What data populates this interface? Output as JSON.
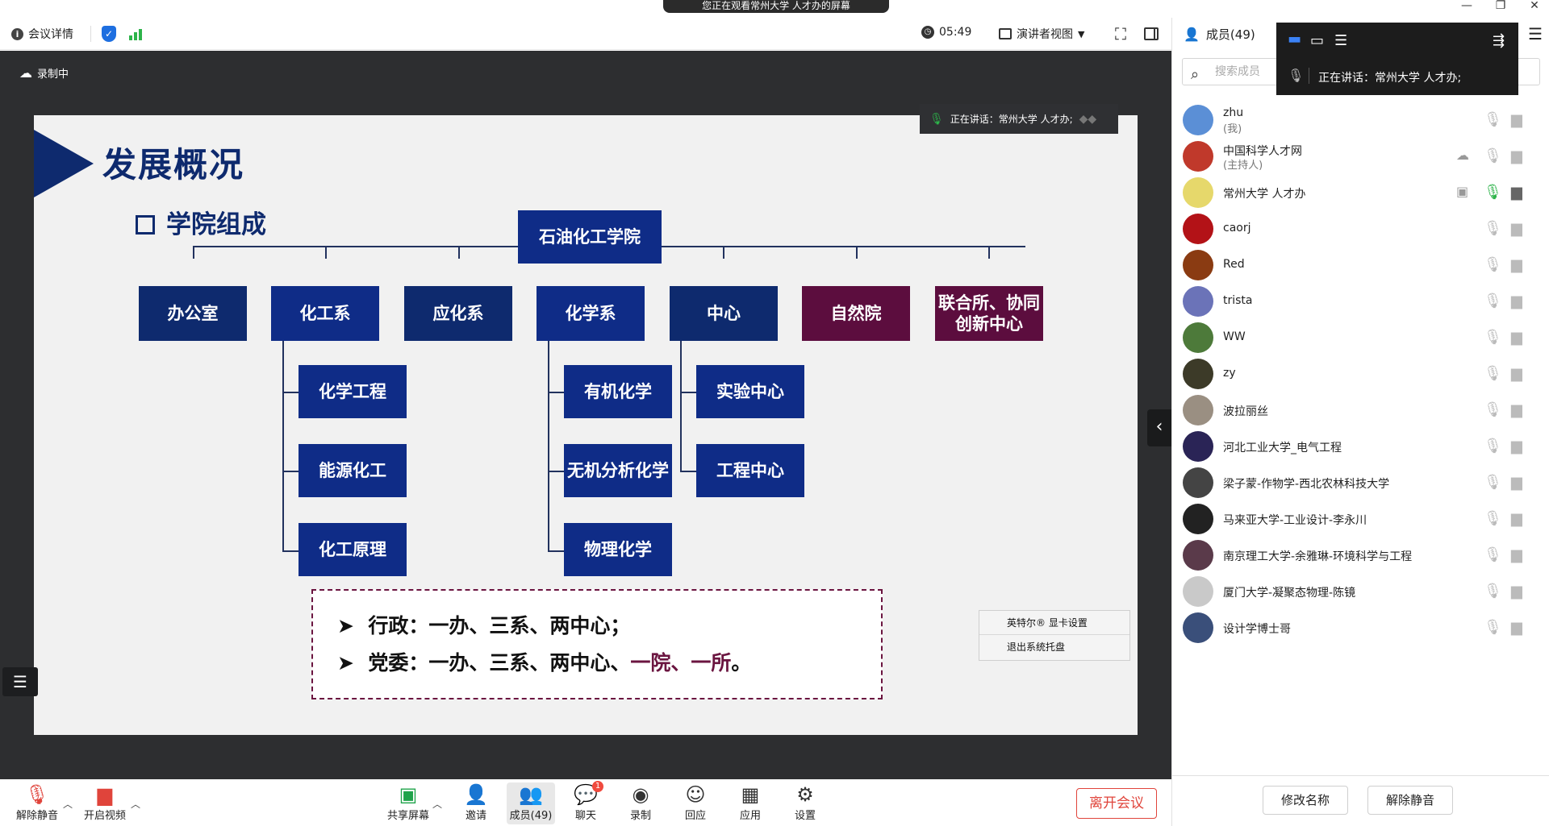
{
  "window": {
    "share_banner": "您正在观看常州大学 人才办的屏幕",
    "minimize_icon": "minimize-icon",
    "restore_icon": "restore-icon",
    "close_icon": "close-icon"
  },
  "topbar": {
    "meeting_info": "会议详情",
    "timer": "05:49",
    "view_mode": "演讲者视图"
  },
  "stage": {
    "recording": "录制中",
    "speaking_pill": "正在讲话：常州大学 人才办;",
    "context_menu": [
      "英特尔® 显卡设置",
      "退出系统托盘"
    ]
  },
  "slide": {
    "title": "发展概况",
    "subtitle": "学院组成",
    "root": "石油化工学院",
    "departments": [
      "办公室",
      "化工系",
      "应化系",
      "化学系",
      "中心",
      "自然院",
      "联合所、协同创新中心"
    ],
    "chem_eng_children": [
      "化学工程",
      "能源化工",
      "化工原理"
    ],
    "chemistry_children": [
      "有机化学",
      "无机分析化学",
      "物理化学"
    ],
    "center_children": [
      "实验中心",
      "工程中心"
    ],
    "note1": "行政：一办、三系、两中心；",
    "note2_main": "党委：一办、三系、两中心、",
    "note2_accent": "一院、一所",
    "note2_end": "。"
  },
  "bottombar": {
    "unmute": "解除静音",
    "video": "开启视频",
    "share": "共享屏幕",
    "invite": "邀请",
    "members": "成员(49)",
    "chat": "聊天",
    "chat_badge": "1",
    "record": "录制",
    "react": "回应",
    "apps": "应用",
    "settings": "设置",
    "leave": "离开会议"
  },
  "panel": {
    "title": "成员(49)",
    "search_placeholder": "搜索成员",
    "rename": "修改名称",
    "unmute_all": "解除静音",
    "float_speaking": "正在讲话：常州大学 人才办;",
    "members": [
      {
        "name": "zhu",
        "role": "(我)",
        "avatar": "#5b8fd6"
      },
      {
        "name": "中国科学人才网",
        "role": "(主持人)",
        "avatar": "#c0392b"
      },
      {
        "name": "常州大学 人才办",
        "role": "",
        "avatar": "#e6d86b"
      },
      {
        "name": "caorj",
        "role": "",
        "avatar": "#b31217"
      },
      {
        "name": "Red",
        "role": "",
        "avatar": "#8a3b12"
      },
      {
        "name": "trista",
        "role": "",
        "avatar": "#6b73b8"
      },
      {
        "name": "WW",
        "role": "",
        "avatar": "#4d7a3a"
      },
      {
        "name": "zy",
        "role": "",
        "avatar": "#3c3a28"
      },
      {
        "name": "波拉丽丝",
        "role": "",
        "avatar": "#9a8f82"
      },
      {
        "name": "河北工业大学_电气工程",
        "role": "",
        "avatar": "#2a2456"
      },
      {
        "name": "梁子蒙-作物学-西北农林科技大学",
        "role": "",
        "avatar": "#444444"
      },
      {
        "name": "马来亚大学-工业设计-李永川",
        "role": "",
        "avatar": "#222222"
      },
      {
        "name": "南京理工大学-余雅琳-环境科学与工程",
        "role": "",
        "avatar": "#5a3a4a"
      },
      {
        "name": "厦门大学-凝聚态物理-陈镜",
        "role": "",
        "avatar": "#c9c9c9"
      },
      {
        "name": "设计学博士哥",
        "role": "",
        "avatar": "#3a4f7a"
      }
    ]
  }
}
